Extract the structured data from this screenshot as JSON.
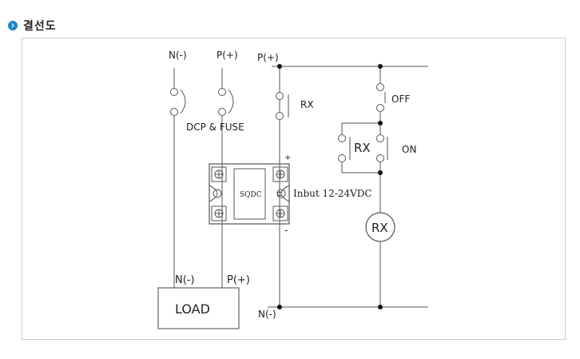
{
  "header": {
    "title": "결선도",
    "accent_color": "#1a86c8",
    "icon": "chevron-right-circle-icon"
  },
  "diagram": {
    "labels": {
      "top_n": "N(-)",
      "top_p": "P(+)",
      "bus_p": "P(+)",
      "bus_n": "N(-)",
      "fuse": "DCP & FUSE",
      "rx_switch": "RX",
      "off": "OFF",
      "rx_hold": "RX",
      "on": "ON",
      "relay_model": "SQDC",
      "input": "Inbut 12-24VDC",
      "plus": "+",
      "minus": "-",
      "coil": "RX",
      "load_n": "N(-)",
      "load_p": "P(+)",
      "load": "LOAD"
    },
    "line_color": "#555555"
  }
}
